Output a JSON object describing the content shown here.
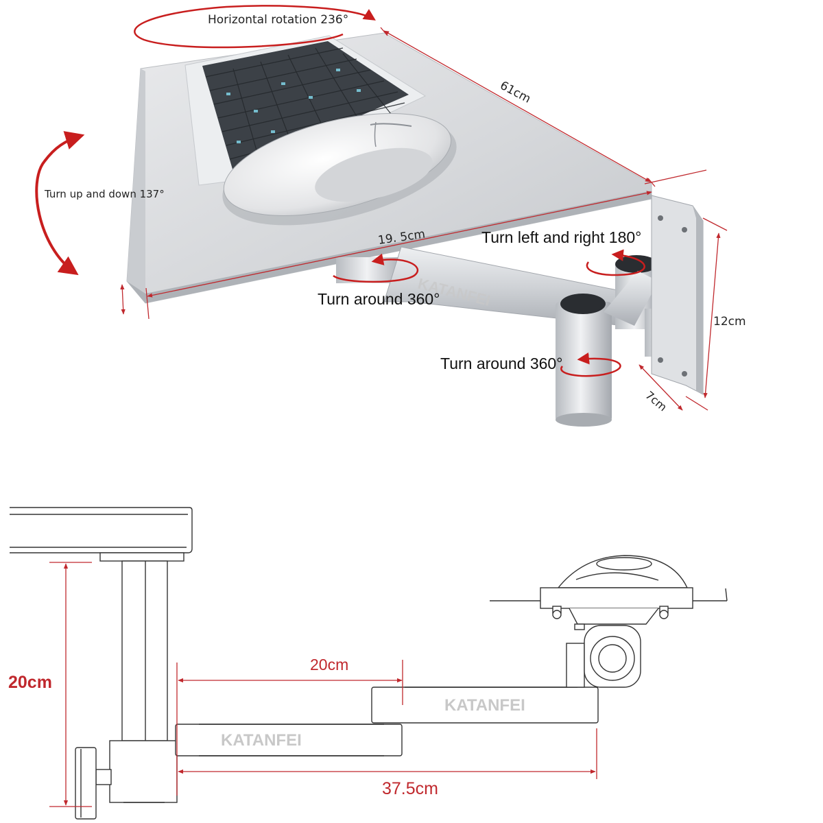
{
  "top_view": {
    "horizontal_rotation": "Horizontal rotation 236°",
    "turn_up_down": "Turn up and down 137°",
    "width_61": "61cm",
    "depth_19_5": "19. 5cm",
    "turn_left_right": "Turn left and right 180°",
    "turn_around_1": "Turn around 360°",
    "turn_around_2": "Turn around 360°",
    "height_12": "12cm",
    "width_7": "7cm",
    "watermark": "KATANFEI"
  },
  "side_view": {
    "height_20": "20cm",
    "arm_20": "20cm",
    "length_37_5": "37.5cm",
    "watermark_upper": "KATANFEI",
    "watermark_lower": "KATANFEI"
  },
  "colors": {
    "annotation_red": "#c0282d",
    "rotation_arrow_red": "#c81e1e",
    "aluminum": "#d8dadd",
    "line_art": "#333333"
  }
}
